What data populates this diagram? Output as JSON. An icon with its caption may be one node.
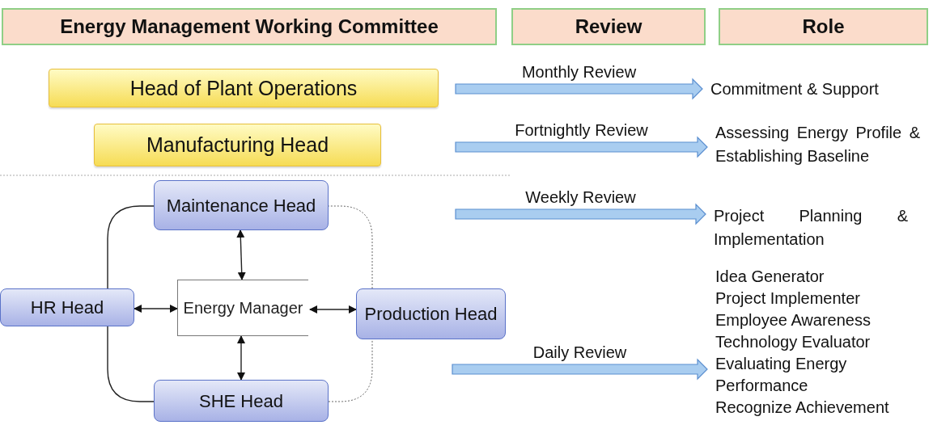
{
  "diagram": {
    "nodes": [
      {
        "text": [
          "Energy Management Working Committee"
        ]
      },
      {
        "text": [
          "Review"
        ]
      },
      {
        "text": [
          "Role"
        ]
      },
      {
        "text": [
          "Head of Plant Operations"
        ]
      },
      {
        "text": [
          "Manufacturing Head"
        ]
      },
      {
        "text": [
          "Maintenance Head"
        ]
      },
      {
        "text": [
          "HR Head"
        ]
      },
      {
        "text": [
          "Energy Manager"
        ]
      },
      {
        "text": [
          "Production Head"
        ]
      },
      {
        "text": [
          "SHE Head"
        ]
      },
      {
        "text": [
          "Commitment & Support"
        ]
      },
      {
        "text": [
          "Assessing Energy Profile & Establishing Baseline"
        ]
      },
      {
        "text": [
          "Project Planning & Implementation"
        ]
      },
      {
        "text": [
          "Idea Generator",
          "Project Implementer",
          "Employee Awareness",
          "Technology Evaluator",
          "Evaluating Energy Performance",
          "Recognize Achievement"
        ]
      }
    ],
    "edges": [
      {
        "from": null,
        "to": 10,
        "arrow": "to",
        "label": "Monthly Review",
        "style": "thick",
        "color": "#a9cdf0"
      },
      {
        "from": null,
        "to": 11,
        "arrow": "to",
        "label": "Fortnightly Review",
        "style": "thick",
        "color": "#a9cdf0"
      },
      {
        "from": null,
        "to": 12,
        "arrow": "to",
        "label": "Weekly Review",
        "style": "thick",
        "color": "#a9cdf0"
      },
      {
        "from": null,
        "to": 13,
        "arrow": "to",
        "label": "Daily Review",
        "style": "thick",
        "color": "#a9cdf0"
      },
      {
        "from": 7,
        "to": 5,
        "arrow": "both"
      },
      {
        "from": 7,
        "to": 6,
        "arrow": "both"
      },
      {
        "from": 7,
        "to": 8,
        "arrow": "both"
      },
      {
        "from": 7,
        "to": 9,
        "arrow": "both"
      },
      {
        "from": 5,
        "to": 6,
        "arrow": "none"
      },
      {
        "from": 6,
        "to": 9,
        "arrow": "none"
      },
      {
        "from": 9,
        "to": 8,
        "arrow": "none",
        "style": "dashed"
      },
      {
        "from": 8,
        "to": 5,
        "arrow": "none",
        "style": "dashed"
      }
    ]
  }
}
